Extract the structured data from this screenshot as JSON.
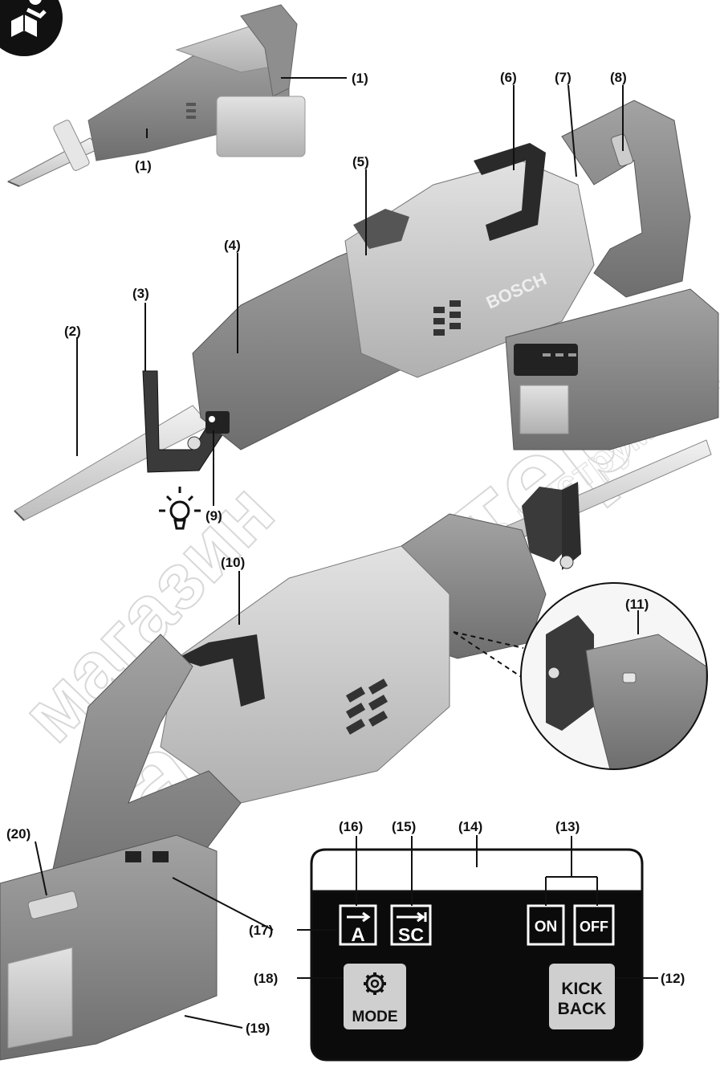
{
  "watermark": {
    "line1": "магазин",
    "line2": "ваш мастер",
    "line3": "профессионального инструмента"
  },
  "callouts": {
    "c1": "(1)",
    "c2": "(2)",
    "c3": "(3)",
    "c4": "(4)",
    "c5": "(5)",
    "c6": "(6)",
    "c7": "(7)",
    "c8": "(8)",
    "c9": "(9)",
    "c10": "(10)",
    "c11": "(11)",
    "c12": "(12)",
    "c13": "(13)",
    "c14": "(14)",
    "c15": "(15)",
    "c16": "(16)",
    "c17": "(17)",
    "c18": "(18)",
    "c19": "(19)",
    "c20": "(20)"
  },
  "tool": {
    "brand": "BOSCH"
  },
  "control_panel": {
    "auto_button": "A",
    "sc_button": "SC",
    "on_button": "ON",
    "off_button": "OFF",
    "mode_button": "MODE",
    "kickback_line1": "KICK",
    "kickback_line2": "BACK"
  },
  "colors": {
    "tool_body": "#8c8c8c",
    "tool_dark": "#6f6f6f",
    "tool_light": "#c4c4c4",
    "panel_black": "#0b0b0b",
    "button_gray": "#cfcfcf"
  }
}
